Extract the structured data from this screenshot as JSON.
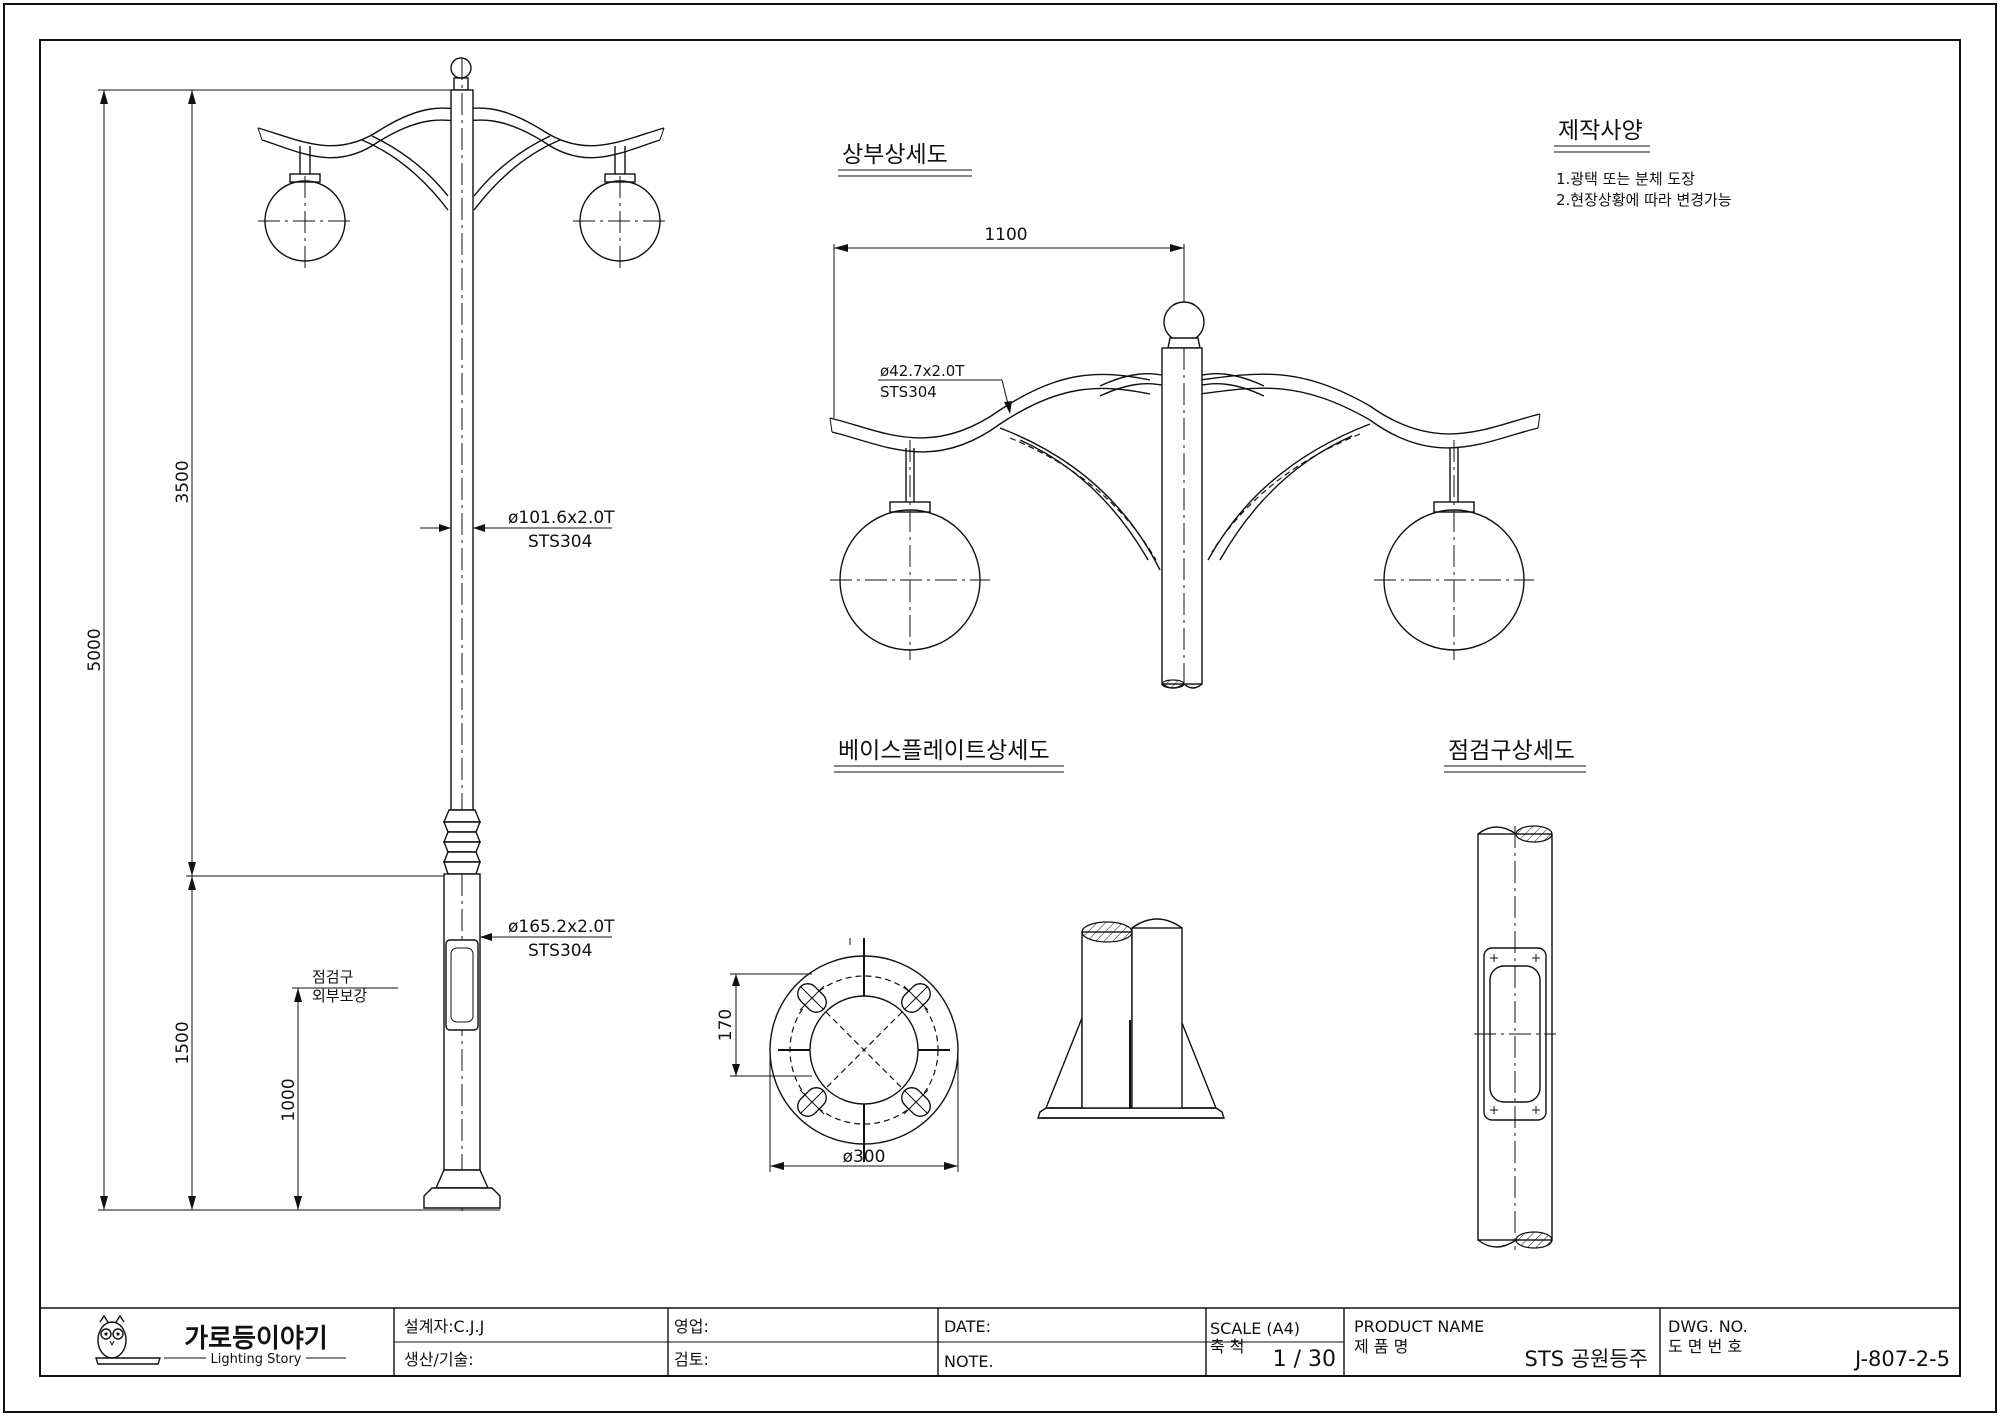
{
  "notes": {
    "title": "제작사양",
    "line1": "1.광택 또는 분체 도장",
    "line2": "2.현장상황에 따라 변경가능"
  },
  "section_titles": {
    "top_detail": "상부상세도",
    "base_plate_detail": "베이스플레이트상세도",
    "inspection_detail": "점검구상세도"
  },
  "elevation": {
    "total_height": "5000",
    "upper_height": "3500",
    "lower_height": "1500",
    "inspection_height": "1000",
    "upper_pipe_spec": "ø101.6x2.0T",
    "upper_pipe_material": "STS304",
    "lower_pipe_spec": "ø165.2x2.0T",
    "lower_pipe_material": "STS304",
    "inspection_label_1": "점검구",
    "inspection_label_2": "외부보강"
  },
  "top_detail": {
    "arm_span": "1100",
    "arm_pipe_spec": "ø42.7x2.0T",
    "arm_pipe_material": "STS304"
  },
  "base_plate": {
    "bolt_spacing": "170",
    "plate_diameter": "ø300"
  },
  "title_block": {
    "logo_main": "가로등이야기",
    "logo_sub": "Lighting Story",
    "designer": "설계자:C.J.J",
    "production": "생산/기술:",
    "sales": "영업:",
    "review": "검토:",
    "date": "DATE:",
    "note": "NOTE.",
    "scale_label": "SCALE (A4)",
    "scale_label_kr": "축 척",
    "scale_value": "1 / 30",
    "product_label": "PRODUCT NAME",
    "product_label_kr": "제 품 명",
    "product_value": "STS 공원등주",
    "dwg_label": "DWG. NO.",
    "dwg_label_kr": "도 면 번 호",
    "dwg_value": "J-807-2-5"
  }
}
